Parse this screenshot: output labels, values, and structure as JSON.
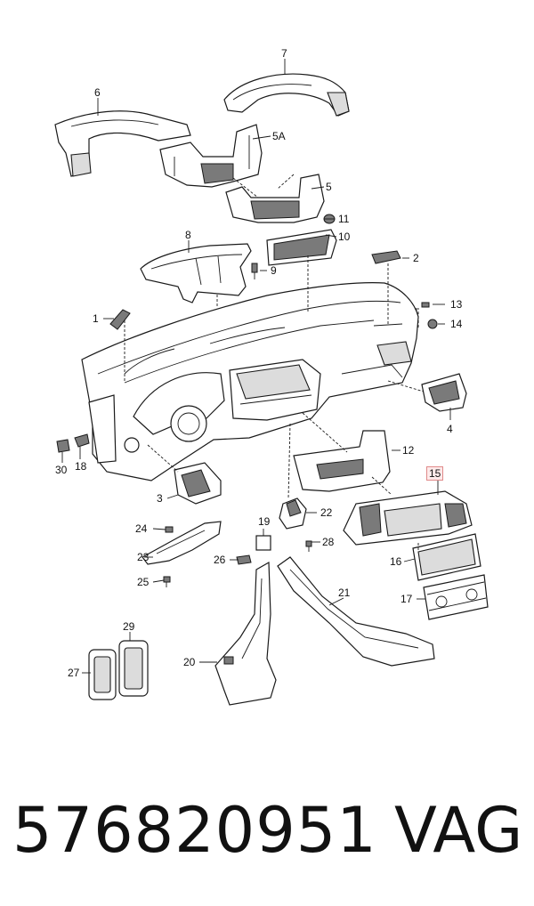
{
  "callouts": [
    {
      "id": "7",
      "text": "7"
    },
    {
      "id": "6",
      "text": "6"
    },
    {
      "id": "5a",
      "text": "5A"
    },
    {
      "id": "5",
      "text": "5"
    },
    {
      "id": "11",
      "text": "11"
    },
    {
      "id": "8",
      "text": "8"
    },
    {
      "id": "10",
      "text": "10"
    },
    {
      "id": "9",
      "text": "9"
    },
    {
      "id": "2",
      "text": "2"
    },
    {
      "id": "1",
      "text": "1"
    },
    {
      "id": "13",
      "text": "13"
    },
    {
      "id": "14",
      "text": "14"
    },
    {
      "id": "4",
      "text": "4"
    },
    {
      "id": "30",
      "text": "30"
    },
    {
      "id": "18",
      "text": "18"
    },
    {
      "id": "12",
      "text": "12"
    },
    {
      "id": "15",
      "text": "15",
      "highlighted": true
    },
    {
      "id": "3",
      "text": "3"
    },
    {
      "id": "19",
      "text": "19"
    },
    {
      "id": "22",
      "text": "22"
    },
    {
      "id": "24",
      "text": "24"
    },
    {
      "id": "28",
      "text": "28"
    },
    {
      "id": "16",
      "text": "16"
    },
    {
      "id": "23",
      "text": "23"
    },
    {
      "id": "26",
      "text": "26"
    },
    {
      "id": "25",
      "text": "25"
    },
    {
      "id": "17",
      "text": "17"
    },
    {
      "id": "21",
      "text": "21"
    },
    {
      "id": "29",
      "text": "29"
    },
    {
      "id": "27",
      "text": "27"
    },
    {
      "id": "20",
      "text": "20"
    }
  ],
  "footer": {
    "part_number": "576820951",
    "brand": "VAG"
  },
  "colors": {
    "highlight_border": "#e08a8a",
    "highlight_fill": "#fdeaea",
    "line": "#1a1a1a"
  }
}
